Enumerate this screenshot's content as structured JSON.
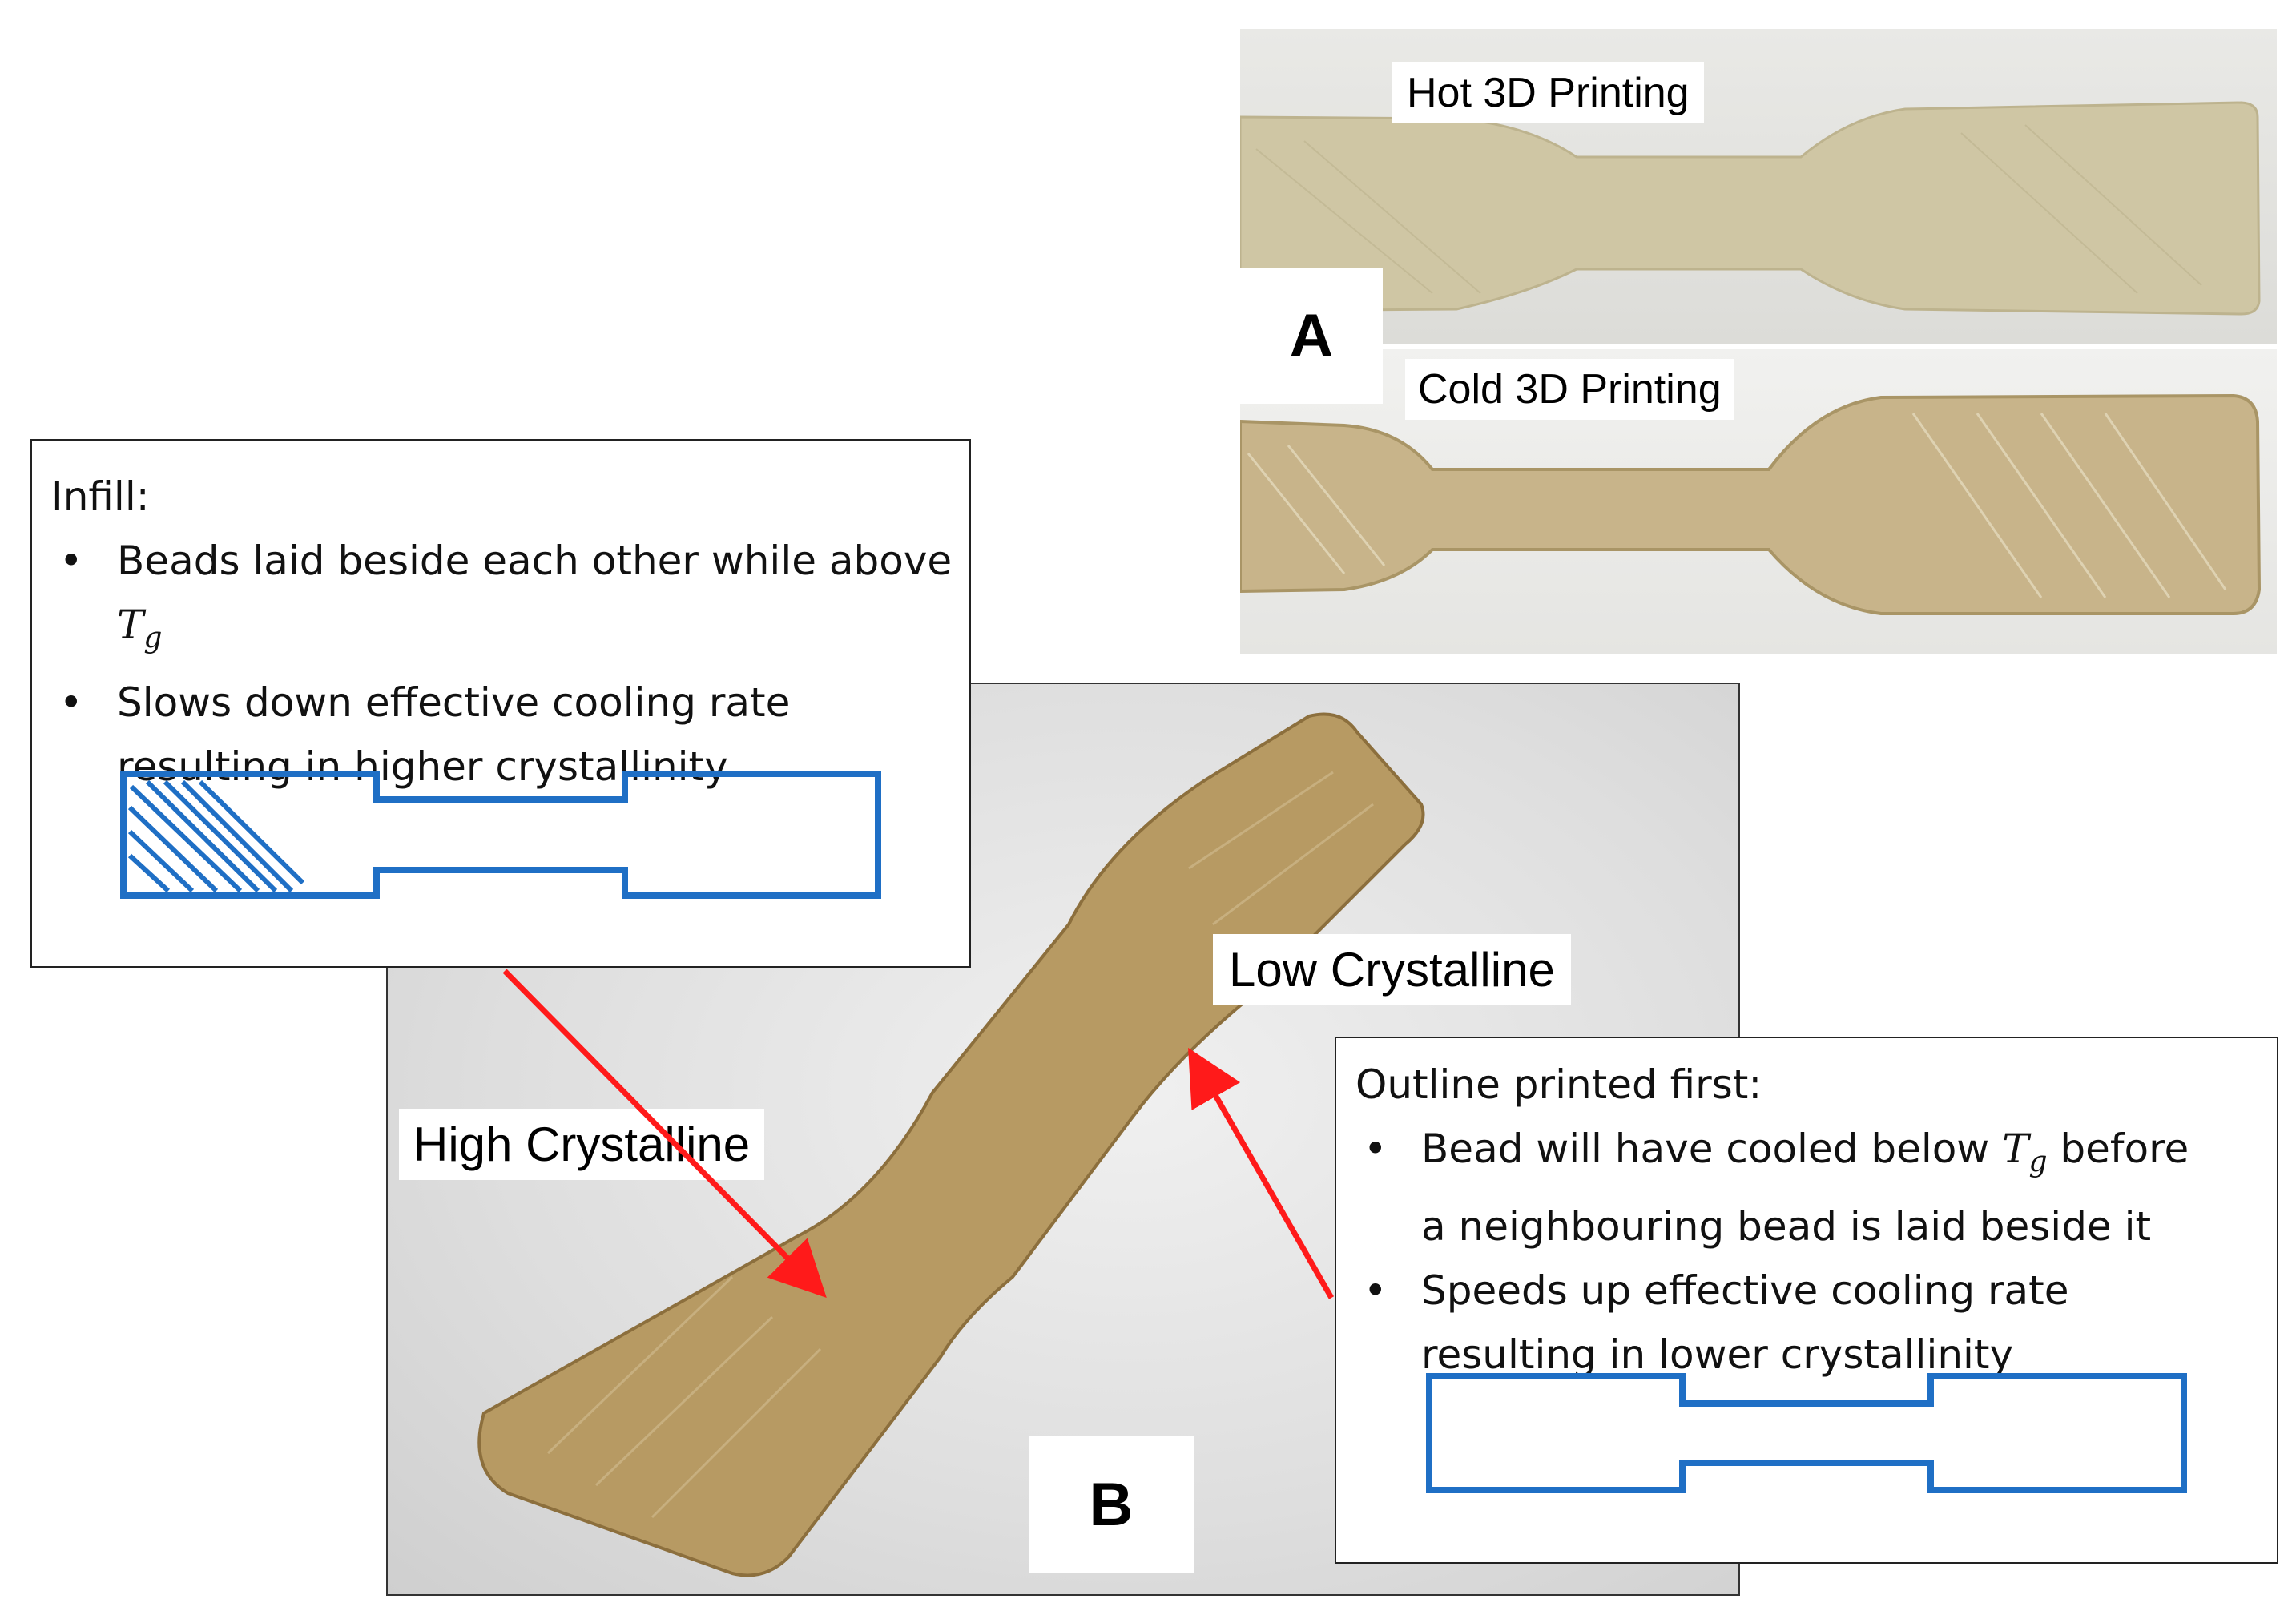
{
  "panel_a": {
    "label": "A",
    "hot_label": "Hot 3D Printing",
    "cold_label": "Cold 3D Printing"
  },
  "panel_b": {
    "label": "B",
    "high_label": "High Crystalline",
    "low_label": "Low Crystalline"
  },
  "infill_box": {
    "title": "Infill:",
    "bullet_1_text": "Beads laid beside each other while above ",
    "bullet_1_symbol": "T",
    "bullet_1_subscript": "g",
    "bullet_2_line_1": "Slows down effective cooling rate",
    "bullet_2_line_2": "resulting in higher crystallinity"
  },
  "outline_box": {
    "title": "Outline printed first:",
    "bullet_1_text_a": "Bead will have cooled below ",
    "bullet_1_symbol": "T",
    "bullet_1_subscript": "g",
    "bullet_1_text_b": " before",
    "bullet_1_line_2": "a neighbouring bead is laid beside it",
    "bullet_2_line_1": "Speeds up effective cooling rate",
    "bullet_2_line_2": "resulting in lower crystallinity"
  },
  "bullet_glyph": "•",
  "colors": {
    "schematic_blue": "#1f6fc5",
    "arrow_red": "#ff1a1a",
    "specimen_hot": "#cfc6a4",
    "specimen_cold": "#c8b48a",
    "specimen_b": "#b79a63"
  }
}
